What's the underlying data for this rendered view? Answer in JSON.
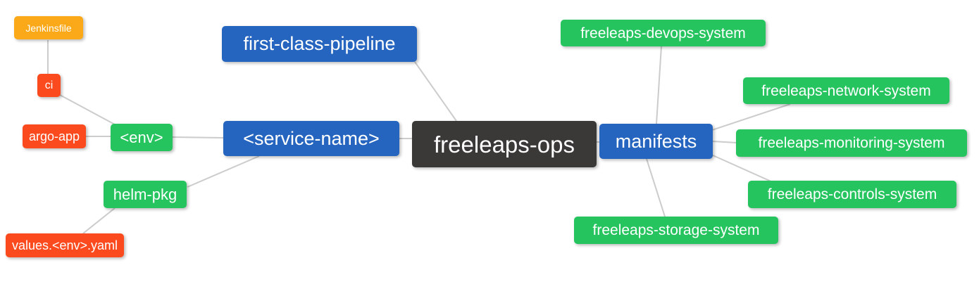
{
  "canvas": {
    "background": "#ffffff",
    "edge_color": "#cccccc"
  },
  "palette": {
    "root": "#3b3838",
    "branch": "#2565bf",
    "leaf": "#25c45e",
    "alert": "#fb4a1d",
    "warn": "#fba919",
    "text": "#ffffff"
  },
  "diagram": {
    "type": "mindmap",
    "root": "freeleaps-ops",
    "edges": [
      {
        "from": "freeleaps-ops",
        "to": "first-class-pipeline"
      },
      {
        "from": "freeleaps-ops",
        "to": "<service-name>"
      },
      {
        "from": "freeleaps-ops",
        "to": "manifests"
      },
      {
        "from": "<service-name>",
        "to": "<env>"
      },
      {
        "from": "<service-name>",
        "to": "helm-pkg"
      },
      {
        "from": "<env>",
        "to": "ci"
      },
      {
        "from": "<env>",
        "to": "argo-app"
      },
      {
        "from": "ci",
        "to": "Jenkinsfile"
      },
      {
        "from": "helm-pkg",
        "to": "values.<env>.yaml"
      },
      {
        "from": "manifests",
        "to": "freeleaps-devops-system"
      },
      {
        "from": "manifests",
        "to": "freeleaps-network-system"
      },
      {
        "from": "manifests",
        "to": "freeleaps-monitoring-system"
      },
      {
        "from": "manifests",
        "to": "freeleaps-controls-system"
      },
      {
        "from": "manifests",
        "to": "freeleaps-storage-system"
      }
    ]
  },
  "nodes": {
    "jenkinsfile": {
      "label": "Jenkinsfile"
    },
    "ci": {
      "label": "ci"
    },
    "argo_app": {
      "label": "argo-app"
    },
    "env": {
      "label": "<env>"
    },
    "helm_pkg": {
      "label": "helm-pkg"
    },
    "values_env_yaml": {
      "label": "values.<env>.yaml"
    },
    "first_class_pipeline": {
      "label": "first-class-pipeline"
    },
    "service_name": {
      "label": "<service-name>"
    },
    "root": {
      "label": "freeleaps-ops"
    },
    "manifests": {
      "label": "manifests"
    },
    "devops_system": {
      "label": "freeleaps-devops-system"
    },
    "network_system": {
      "label": "freeleaps-network-system"
    },
    "monitoring_system": {
      "label": "freeleaps-monitoring-system"
    },
    "controls_system": {
      "label": "freeleaps-controls-system"
    },
    "storage_system": {
      "label": "freeleaps-storage-system"
    }
  }
}
